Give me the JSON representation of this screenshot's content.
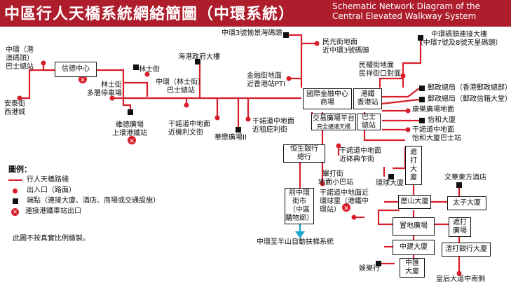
{
  "header": {
    "title_zh": "中區行人天橋系統網絡簡圖（中環系統）",
    "title_en_1": "Schematic Network Diagram of the",
    "title_en_2": "Central Elevated Walkway System"
  },
  "colors": {
    "walkway": "#d81e2b",
    "header_bg": "#ad1d2c",
    "mtr": "#d81e2b",
    "arrow": "#1ea6cf"
  },
  "icons": {
    "mtr": "mtr-exit-icon",
    "endpoint": "black-square-icon",
    "entrance": "red-dot-icon",
    "arrow": "down-arrow-icon"
  },
  "labels": {
    "central_pier": [
      "中環（港",
      "澳碼頭）",
      "巴士總站"
    ],
    "shun_tak": "信德中心",
    "sheung_wan_park": [
      "安泰街",
      "西港城"
    ],
    "lam_tin": [
      "林士街",
      "多層停車場"
    ],
    "lam_tin2": "林士街",
    "victoria_carpark": [
      "維德廣場",
      "上環港鐵站"
    ],
    "govt_hq": "海港政府大樓",
    "central_lam": [
      "中環（林士街）",
      "巴士總站"
    ],
    "central3": "中環3號愉景灣碼頭",
    "man_kwong": [
      "民光街地面",
      "近中環3號碼頭"
    ],
    "central_pier7": [
      "中環碼頭連接大樓",
      "（中環7號及8號天星碼頭）"
    ],
    "man_yiu_1": [
      "民耀街地面"
    ],
    "man_yiu_2": [
      "民祥街口對面"
    ],
    "ifc_ptI": [
      "金融街地面",
      "近香港站PTI"
    ],
    "ifc": [
      "國際金融中心",
      "商場"
    ],
    "hk_station": [
      "港鐵",
      "香港站"
    ],
    "gpo1": "郵政總局（香港郵政總部）",
    "gpo2": "郵政總局（郵政信箱大堂）",
    "kwong_plaza": "康樂廣場地面",
    "jardine": "怡和大廈",
    "jardine_bus": [
      "干諾道中地面",
      "怡和大廈巴士站"
    ],
    "exchange": [
      "交易廣場平台",
      "完全捷速天橋"
    ],
    "bus_terminal": [
      "巴士",
      "總站"
    ],
    "connaught1": [
      "干諾道中地面",
      "近機利文街"
    ],
    "connaught2": [
      "干諾道中地面",
      "近租庇利街"
    ],
    "hua_plaza": "華懋廣場II",
    "hang_seng": [
      "恒生銀行",
      "總行"
    ],
    "connaught3": [
      "干諾道中地面",
      "近砵典乍街"
    ],
    "whitfield": [
      "畢打街",
      "地面小巴站"
    ],
    "central_market": [
      "前中環",
      "街市",
      "（中區",
      "購物廊）"
    ],
    "connaught4": [
      "干諾道中地面近",
      "環球里（港鐵中",
      "環站）"
    ],
    "alexandra": [
      "遮",
      "打",
      "大",
      "廈"
    ],
    "world_wide": "環球大廈",
    "mandarin": "文華東方酒店",
    "prince": "歷山大廈",
    "princes": "太子大廈",
    "landmark": [
      "置地廣場"
    ],
    "chater": [
      "遮打",
      "廣場"
    ],
    "central_bldg": "中建大廈",
    "hsbc_label": "渣打銀行大廈",
    "central_tower": [
      "中匯",
      "大廈"
    ],
    "entertainment": "娛樂行",
    "queens_road": "皇后大道中南側",
    "mid_levels": "中環至半山自動扶梯系統"
  },
  "legend": {
    "title": "圖例：",
    "walkway": "行人天橋路綫",
    "entrance": "出入口（路面）",
    "endpoint": "端點（連接大廈、酒店、商場或交通設施）",
    "mtr": "連接港鐵車站出口"
  },
  "footnote": "此圖不按真實比例繪製。"
}
